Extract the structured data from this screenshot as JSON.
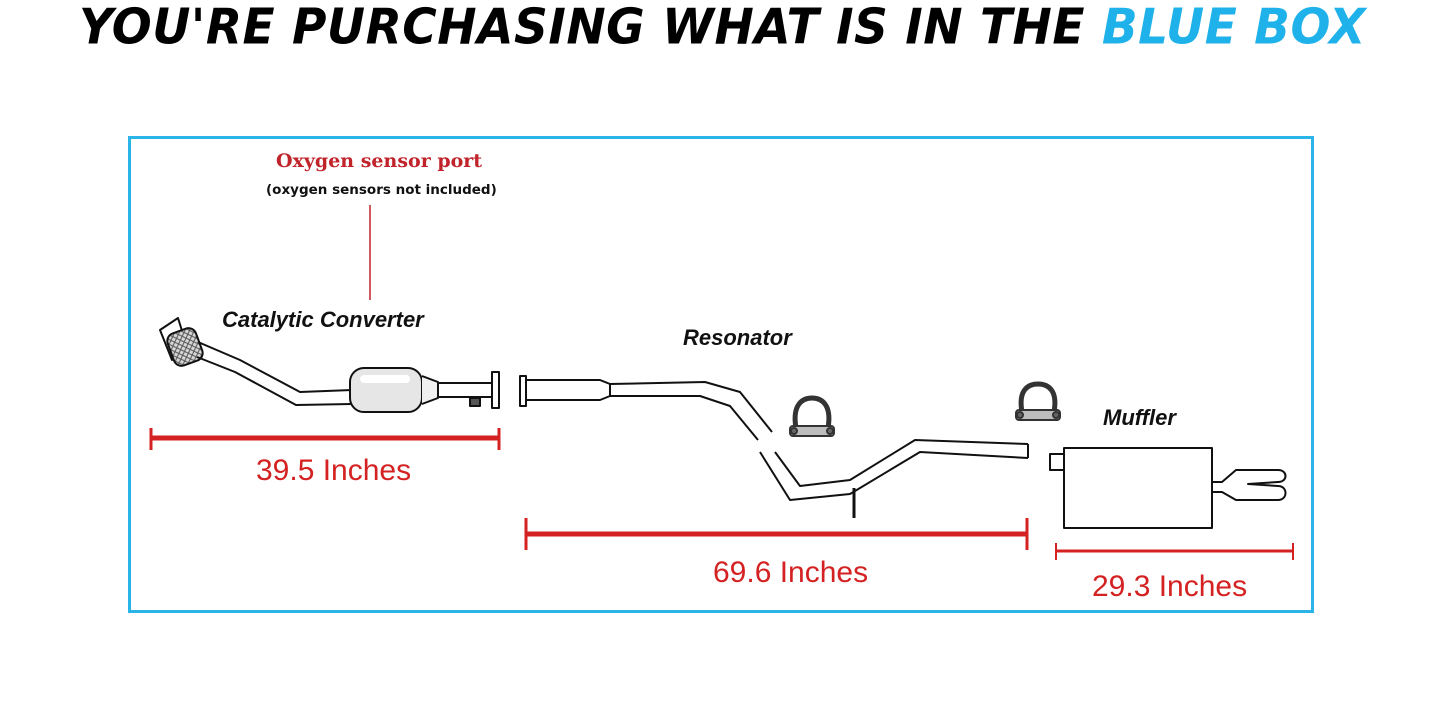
{
  "headline": {
    "text_main": "YOU'RE PURCHASING WHAT IS IN THE",
    "text_highlight": "BLUE BOX"
  },
  "diagram": {
    "oxygen_sensor": {
      "title": "Oxygen sensor port",
      "note": "(oxygen sensors not included)"
    },
    "parts": {
      "catalytic_converter": "Catalytic Converter",
      "resonator": "Resonator",
      "muffler": "Muffler"
    },
    "measurements": {
      "section_1": "39.5 Inches",
      "section_2": "69.6 Inches",
      "section_3": "29.3 Inches"
    }
  },
  "colors": {
    "highlight_blue": "#1fb2ea",
    "frame_blue": "#2ab4e8",
    "measure_red": "#d42222",
    "line_black": "#111111"
  }
}
